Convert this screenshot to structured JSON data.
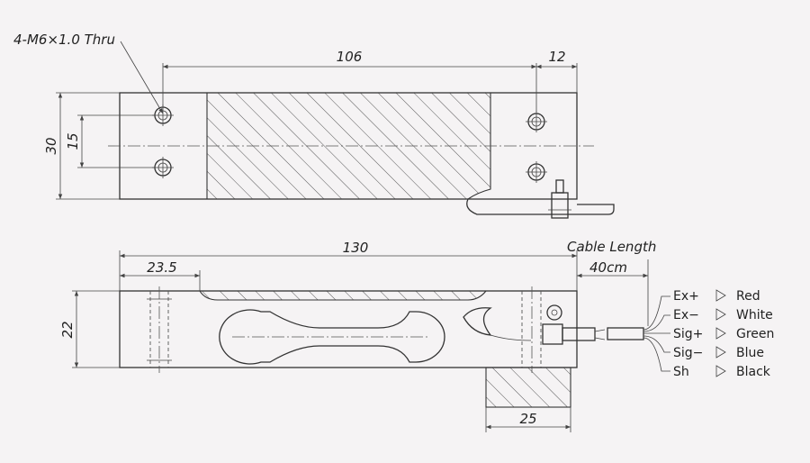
{
  "top_view": {
    "thread_note": "4-M6×1.0 Thru",
    "dim_hole_span": "106",
    "dim_end_offset": "12",
    "dim_width": "30",
    "dim_hole_spacing": "15"
  },
  "side_view": {
    "dim_length": "130",
    "dim_mount": "23.5",
    "dim_height": "22",
    "dim_support": "25",
    "cable_label": "Cable Length",
    "cable_length": "40cm"
  },
  "wiring": [
    {
      "signal": "Ex+",
      "color": "Red"
    },
    {
      "signal": "Ex−",
      "color": "White"
    },
    {
      "signal": "Sig+",
      "color": "Green"
    },
    {
      "signal": "Sig−",
      "color": "Blue"
    },
    {
      "signal": "Sh",
      "color": "Black"
    }
  ]
}
